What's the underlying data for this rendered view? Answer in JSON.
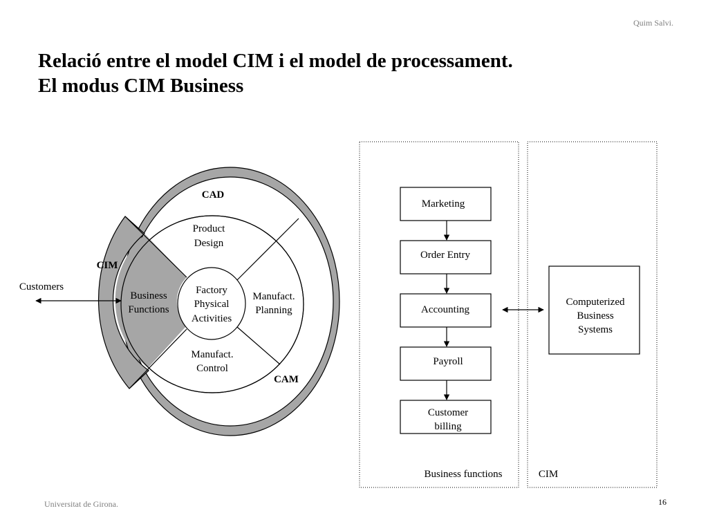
{
  "header": {
    "author": "Quim Salvi."
  },
  "title": {
    "line1": "Relació entre el model CIM i el model de processament.",
    "line2": "El modus CIM  Business"
  },
  "wheel": {
    "outer_labels": {
      "cad": "CAD",
      "cim": "CIM",
      "cam": "CAM"
    },
    "center": [
      "Factory",
      "Physical",
      "Activities"
    ],
    "quadrants": {
      "product_design": [
        "Product",
        "Design"
      ],
      "business_functions": [
        "Business",
        "Functions"
      ],
      "manufact_planning": [
        "Manufact.",
        "Planning"
      ],
      "manufact_control": [
        "Manufact.",
        "Control"
      ]
    },
    "customers_label": "Customers"
  },
  "flow": {
    "boxes": [
      [
        "Marketing"
      ],
      [
        "Order Entry"
      ],
      [
        "Accounting"
      ],
      [
        "Payroll"
      ],
      [
        "Customer",
        "billing"
      ]
    ],
    "panel_label": "Business functions"
  },
  "cim_panel": {
    "box": [
      "Computerized",
      "Business",
      "Systems"
    ],
    "panel_label": "CIM"
  },
  "footer": {
    "institution": "Universitat de Girona.",
    "page": "16"
  },
  "colors": {
    "shade": "#a6a6a6",
    "stroke": "#000000",
    "muted_text": "#808080"
  }
}
